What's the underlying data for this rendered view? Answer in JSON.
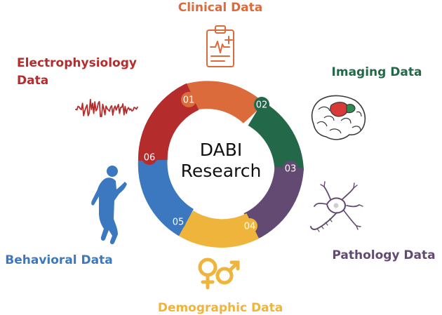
{
  "center": {
    "line1": "DABI",
    "line2": "Research"
  },
  "segments": [
    {
      "number": "01",
      "label": "Clinical Data",
      "color": "#dc6b3b",
      "icon": "clipboard-icon"
    },
    {
      "number": "02",
      "label": "Imaging Data",
      "color": "#24684a",
      "icon": "brain-icon"
    },
    {
      "number": "03",
      "label": "Pathology Data",
      "color": "#634a72",
      "icon": "neuron-icon"
    },
    {
      "number": "04",
      "label": "Demographic Data",
      "color": "#efb43c",
      "icon": "gender-symbols-icon"
    },
    {
      "number": "05",
      "label": "Behavioral Data",
      "color": "#3c78bf",
      "icon": "dancing-person-icon"
    },
    {
      "number": "06",
      "label": "Electrophysiology Data",
      "color": "#b52c2c",
      "icon": "eeg-waveform-icon"
    }
  ],
  "label_lines": {
    "electrophysiology_line1": "Electrophysiology",
    "electrophysiology_line2": "Data"
  }
}
